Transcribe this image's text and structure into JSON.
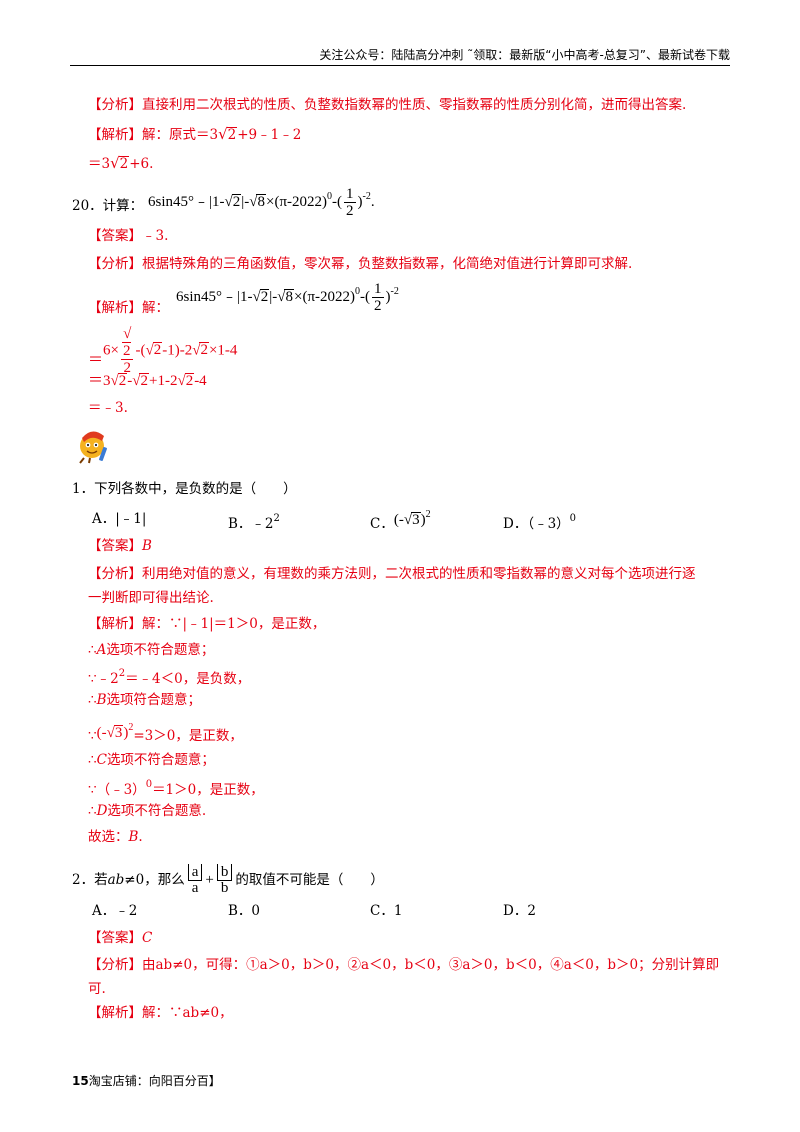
{
  "header": {
    "text": "关注公众号：陆陆高分冲刺  ˜领取：最新版“小中高考-总复习”、最新试卷下载"
  },
  "block19": {
    "analysis_tag": "【分析】",
    "analysis": "直接利用二次根式的性质、负整数指数幂的性质、零指数幂的性质分别化简，进而得出答案.",
    "solution_tag": "【解析】",
    "solution_prefix": "解：原式＝3",
    "rad1": "2",
    "solution_rest": "+9﹣1﹣2",
    "line2_prefix": "＝3",
    "rad2": "2",
    "line2_rest": "+6."
  },
  "q20": {
    "number": "20．计算：",
    "expr_a": "6sin45°﹣|1-",
    "rad_a": "2",
    "expr_b": "|-",
    "rad_b": "8",
    "expr_c": "×(π-2022)",
    "exp0": "0",
    "expr_d": "-(",
    "frac_num": "1",
    "frac_den": "2",
    "expr_e": ")",
    "exp_neg2": "-2",
    "expr_end": ".",
    "answer_tag": "【答案】",
    "answer": "﹣3.",
    "analysis_tag": "【分析】",
    "analysis": "根据特殊角的三角函数值，零次幂，负整数指数幂，化简绝对值进行计算即可求解.",
    "solution_tag": "【解析】",
    "solution_label": "解：",
    "s1_eq": "＝",
    "s1_a": "6×",
    "s1_frac_num_rad": "2",
    "s1_frac_den": "2",
    "s1_b": "-(",
    "s1_rad1": "2",
    "s1_c": "-1)-2",
    "s1_rad2": "2",
    "s1_d": "×1-4",
    "s2_a": "＝3",
    "s2_rad1": "2",
    "s2_b": "-",
    "s2_rad2": "2",
    "s2_c": "+1-2",
    "s2_rad3": "2",
    "s2_d": "-4",
    "s3": "＝﹣3."
  },
  "q1": {
    "stem": "1．下列各数中，是负数的是（　　）",
    "optA": "A．|﹣1|",
    "optB_pre": "B．﹣2",
    "optB_exp": "2",
    "optC_pre": "C．",
    "optC_open": "(-",
    "optC_rad": "3",
    "optC_close": ")",
    "optC_exp": "2",
    "optD_pre": "D．（﹣3）",
    "optD_exp": "0",
    "answer_tag": "【答案】",
    "answer": "B",
    "analysis_tag": "【分析】",
    "analysis_l1": "利用绝对值的意义，有理数的乘方法则，二次根式的性质和零指数幂的意义对每个选项进行逐",
    "analysis_l2": "一判断即可得出结论.",
    "solution_tag": "【解析】",
    "sol1": "解：∵|﹣1|＝1＞0，是正数，",
    "sol2_pre": "∴",
    "sol2_var": "A",
    "sol2_post": "选项不符合题意；",
    "sol3_pre": "∵﹣2",
    "sol3_exp": "2",
    "sol3_post": "＝﹣4＜0，是负数，",
    "sol4_pre": "∴",
    "sol4_var": "B",
    "sol4_post": "选项符合题意；",
    "sol5_pre": "∵",
    "sol5_open": "(-",
    "sol5_rad": "3",
    "sol5_close": ")",
    "sol5_exp": "2",
    "sol5_post": "=3＞0，是正数，",
    "sol6_pre": "∴",
    "sol6_var": "C",
    "sol6_post": "选项不符合题意；",
    "sol7_pre": "∵（﹣3）",
    "sol7_exp": "0",
    "sol7_post": "＝1＞0，是正数，",
    "sol8_pre": "∴",
    "sol8_var": "D",
    "sol8_post": "选项不符合题意.",
    "sol9_pre": "故选：",
    "sol9_var": "B",
    "sol9_post": "."
  },
  "q2": {
    "stem_pre": "2．若",
    "stem_var": "ab",
    "stem_mid": "≠0，那么",
    "frac1_num": "a",
    "frac1_den": "a",
    "plus": "+",
    "frac2_num": "b",
    "frac2_den": "b",
    "stem_post": "的取值不可能是（　　）",
    "optA": "A．﹣2",
    "optB": "B．0",
    "optC": "C．1",
    "optD": "D．2",
    "answer_tag": "【答案】",
    "answer": "C",
    "analysis_tag": "【分析】",
    "analysis_l1": "由ab≠0，可得：①a＞0，b＞0，②a＜0，b＜0，③a＞0，b＜0，④a＜0，b＞0；分别计算即",
    "analysis_l2": "可.",
    "solution_tag": "【解析】",
    "solution": "解：∵ab≠0，"
  },
  "footer": {
    "page": "15",
    "text": "淘宝店铺：向阳百分百】"
  }
}
